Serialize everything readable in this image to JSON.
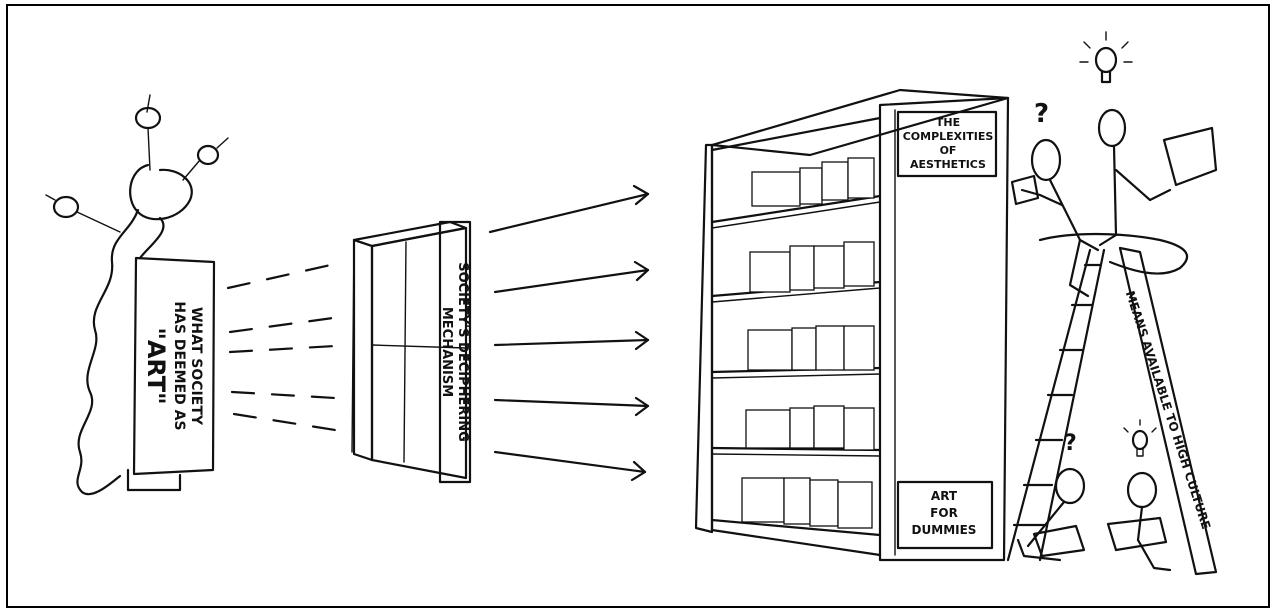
{
  "sculpture_label": [
    "WHAT SOCIETY",
    "HAS DEEMED AS",
    "\"ART\""
  ],
  "mechanism_label": [
    "SOCIETY'S DECIPHERING",
    "MECHANISM"
  ],
  "shelf_top_label": [
    "THE",
    "COMPLEXITIES",
    "OF",
    "AESTHETICS"
  ],
  "shelf_bottom_label": [
    "ART",
    "FOR",
    "DUMMIES"
  ],
  "ladder_label": "MEANS AVAILABLE TO HIGH CULTURE",
  "question_mark": "?"
}
